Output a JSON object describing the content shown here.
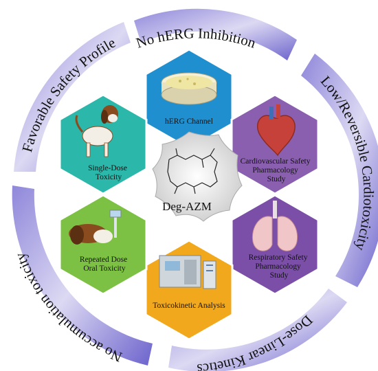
{
  "ring_labels": {
    "top": "No hERG Inhibition",
    "right_upper": "Low/Reversible Cardiotoxicity",
    "bottom_right": "Dose-Linear Kinetics",
    "bottom_left": "No accumulation toxicity",
    "left_upper": "Favorable Safety Profile"
  },
  "center": {
    "label": "Deg-AZM",
    "icon": "macrolide-structure-icon"
  },
  "studies": {
    "herg": {
      "label": "hERG Channel",
      "icon": "cell-culture-dish-icon",
      "color": "#1f8fcf"
    },
    "cardio": {
      "lines": [
        "Cardiovascular Safety",
        "Pharmacology",
        "Study"
      ],
      "icon": "heart-icon",
      "color": "#8a5fb0"
    },
    "respiratory": {
      "lines": [
        "Respiratory Safety",
        "Pharmacology",
        "Study"
      ],
      "icon": "lungs-icon",
      "color": "#7b4fa8"
    },
    "toxicokinetic": {
      "label": "Toxicokinetic Analysis",
      "icon": "lab-instrument-icon",
      "color": "#f2a81c"
    },
    "repeated": {
      "lines": [
        "Repeated Dose",
        "Oral Toxicity"
      ],
      "icon": "dog-oral-dosing-icon",
      "color": "#7cc143"
    },
    "single": {
      "lines": [
        "Single-Dose",
        "Toxicity"
      ],
      "icon": "beagle-dog-icon",
      "color": "#2bb7a9"
    }
  },
  "colors": {
    "ring_light": "#e4e2f6",
    "ring_dark": "#5a4fbf"
  }
}
